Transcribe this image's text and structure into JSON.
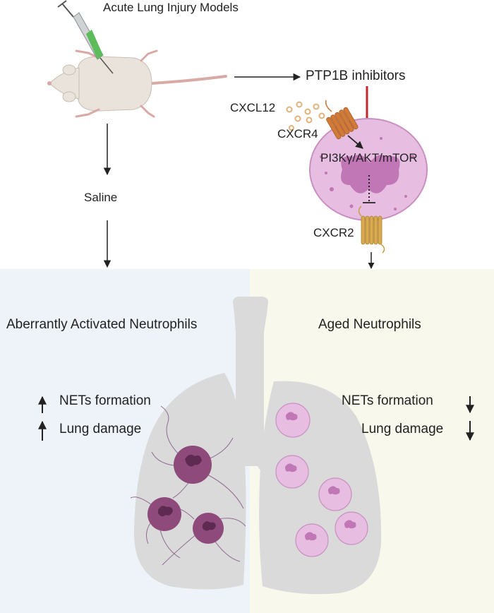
{
  "title": "Acute Lung Injury Models",
  "labels": {
    "ptp1b": "PTP1B inhibitors",
    "cxcl12": "CXCL12",
    "cxcr4": "CXCR4",
    "pathway": "PI3Kγ/AKT/mTOR",
    "cxcr2": "CXCR2",
    "saline": "Saline"
  },
  "left_panel": {
    "heading": "Aberrantly Activated  Neutrophils",
    "effects": [
      "NETs formation",
      "Lung damage"
    ]
  },
  "right_panel": {
    "heading": "Aged Neutrophils",
    "effects": [
      "NETs formation",
      "Lung damage"
    ]
  },
  "colors": {
    "left_bg": "#eef3f9",
    "right_bg": "#f8f9ec",
    "lung": "#dadada",
    "neutrophil": "#e7bde2",
    "neutrophil_nucleus": "#c176b5",
    "activated_cell": "#8d4a7a",
    "inhibitor": "#c0262d",
    "receptor_cxcr4": "#d27a38",
    "receptor_cxcr2": "#d9aa4f",
    "chemokine": "#e0b37c"
  },
  "icons": [
    "mouse-icon",
    "syringe-icon",
    "lung-icon",
    "neutrophil-icon",
    "receptor-icon"
  ]
}
